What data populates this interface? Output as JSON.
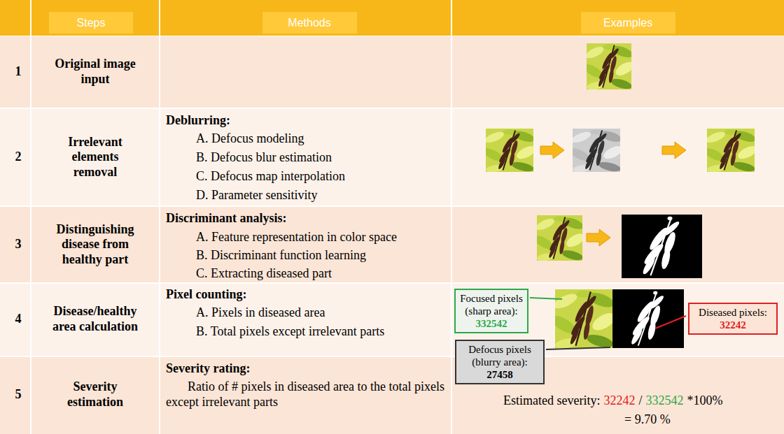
{
  "diagram": {
    "nodes": [
      {
        "text": [
          "Focused pixels (sharp area):",
          "332542"
        ]
      },
      {
        "text": [
          "Defocus pixels (blurry area):",
          "27458"
        ]
      },
      {
        "text": [
          "Diseased pixels:",
          "32242"
        ]
      }
    ],
    "labels": [
      "Steps",
      "Methods",
      "Examples",
      "1",
      "Original image input",
      "2",
      "Irrelevant elements removal",
      "Deblurring:",
      "A. Defocus modeling",
      "B. Defocus blur estimation",
      "C. Defocus map interpolation",
      "D. Parameter sensitivity",
      "3",
      "Distinguishing disease from healthy part",
      "Discriminant analysis:",
      "A. Feature representation in color space",
      "B. Discriminant function learning",
      "C. Extracting diseased part",
      "4",
      "Disease/healthy area calculation",
      "Pixel counting:",
      "A. Pixels in diseased area",
      "B. Total pixels except irrelevant parts",
      "5",
      "Severity estimation",
      "Severity rating:",
      "Ratio of # pixels in diseased area to the total pixels except irrelevant parts",
      "Estimated severity:",
      "32242",
      "/",
      "332542",
      "*100%",
      "= 9.70 %"
    ]
  }
}
